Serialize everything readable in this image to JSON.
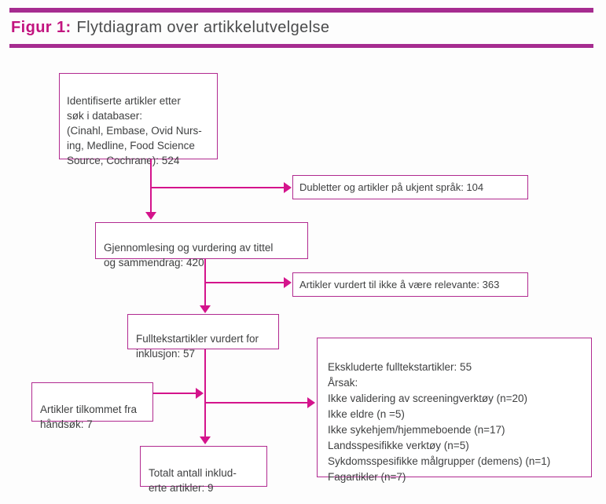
{
  "header": {
    "figure_label": "Figur 1:",
    "title": "Flytdiagram over artikkelutvelgelse"
  },
  "colors": {
    "accent": "#c2147f",
    "bar": "#a62c90",
    "line": "#d4148c",
    "box_border": "#b12a90",
    "text": "#3f4041"
  },
  "flowchart": {
    "boxes": {
      "identified": {
        "text": "Identifiserte artikler etter\nsøk i databaser:\n(Cinahl, Embase, Ovid Nurs-\ning, Medline, Food Science\nSource, Cochrane): 524",
        "count": 524
      },
      "duplicates": {
        "text": "Dubletter og artikler på ukjent språk: 104",
        "count": 104
      },
      "screened": {
        "text": "Gjennomlesing og vurdering av tittel\nog sammendrag: 420",
        "count": 420
      },
      "not_relevant": {
        "text": "Artikler vurdert til ikke å være relevante: 363",
        "count": 363
      },
      "fulltext": {
        "text": "Fulltekstartikler vurdert for\ninklusjon: 57",
        "count": 57
      },
      "handsearch": {
        "text": "Artikler tilkommet fra\nhåndsøk: 7",
        "count": 7
      },
      "excluded": {
        "text": "Ekskluderte fulltekstartikler: 55\nÅrsak:\nIkke validering av screeningverktøy (n=20)\nIkke eldre (n =5)\nIkke sykehjem/hjemmeboende (n=17)\nLandsspesifikke verktøy (n=5)\nSykdomsspesifikke målgrupper (demens) (n=1)\nFagartikler (n=7)",
        "count": 55
      },
      "included": {
        "text": "Totalt antall inklud-\nerte artikler: 9",
        "count": 9
      }
    }
  }
}
